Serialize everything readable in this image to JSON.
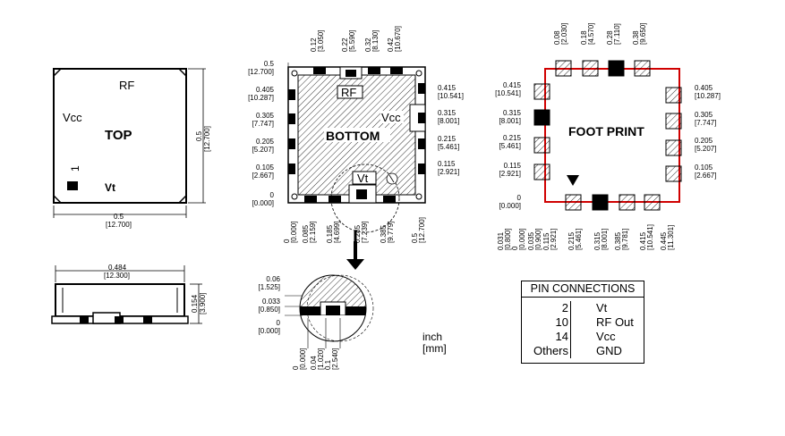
{
  "top_view": {
    "rf": "RF",
    "vcc": "Vcc",
    "title": "TOP",
    "pin1": "1",
    "vt": "Vt",
    "w_in": "0.5",
    "w_mm": "[12.700]",
    "h_in": "0.5",
    "h_mm": "[12.700]"
  },
  "side_view": {
    "w_in": "0.484",
    "w_mm": "[12.300]",
    "h_in": "0.154",
    "h_mm": "[3.900]"
  },
  "bottom_view": {
    "title": "BOTTOM",
    "rf": "RF",
    "vcc": "Vcc",
    "vt": "Vt",
    "top_dims": [
      [
        "0.12",
        "[3.050]"
      ],
      [
        "0.22",
        "[5.590]"
      ],
      [
        "0.32",
        "[8.130]"
      ],
      [
        "0.42",
        "[10.670]"
      ]
    ],
    "left_dims": [
      [
        "0.5",
        "[12.700]"
      ],
      [
        "0.405",
        "[10.287]"
      ],
      [
        "0.305",
        "[7.747]"
      ],
      [
        "0.205",
        "[5.207]"
      ],
      [
        "0.105",
        "[2.667]"
      ],
      [
        "0",
        "[0.000]"
      ]
    ],
    "right_dims": [
      [
        "0.415",
        "[10.541]"
      ],
      [
        "0.315",
        "[8.001]"
      ],
      [
        "0.215",
        "[5.461]"
      ],
      [
        "0.115",
        "[2.921]"
      ]
    ],
    "bottom_dims": [
      [
        "0",
        "[0.000]"
      ],
      [
        "0.085",
        "[2.159]"
      ],
      [
        "0.185",
        "[4.699]"
      ],
      [
        "0.285",
        "[7.239]"
      ],
      [
        "0.385",
        "[9.779]"
      ],
      [
        "0.5",
        "[12.700]"
      ]
    ]
  },
  "detail_view": {
    "left_dims": [
      [
        "0.06",
        "[1.525]"
      ],
      [
        "0.033",
        "[0.850]"
      ],
      [
        "0",
        "[0.000]"
      ]
    ],
    "bottom_dims": [
      [
        "0",
        "[0.000]"
      ],
      [
        "0.04",
        "[1.020]"
      ],
      [
        "0.1",
        "[2.540]"
      ]
    ]
  },
  "units": {
    "inch": "inch",
    "mm": "[mm]"
  },
  "footprint": {
    "title": "FOOT PRINT",
    "top_dims": [
      [
        "0.08",
        "[2.030]"
      ],
      [
        "0.18",
        "[4.570]"
      ],
      [
        "0.28",
        "[7.110]"
      ],
      [
        "0.38",
        "[9.650]"
      ]
    ],
    "left_dims": [
      [
        "0.415",
        "[10.541]"
      ],
      [
        "0.315",
        "[8.001]"
      ],
      [
        "0.215",
        "[5.461]"
      ],
      [
        "0.115",
        "[2.921]"
      ],
      [
        "0",
        "[0.000]"
      ]
    ],
    "right_dims": [
      [
        "0.405",
        "[10.287]"
      ],
      [
        "0.305",
        "[7.747]"
      ],
      [
        "0.205",
        "[5.207]"
      ],
      [
        "0.105",
        "[2.667]"
      ]
    ],
    "bottom_dims": [
      [
        "0.031",
        "[0.800]"
      ],
      [
        "0",
        "[0.000]"
      ],
      [
        "0.035",
        "[0.900]"
      ],
      [
        "0.115",
        "[2.921]"
      ],
      [
        "0.215",
        "[5.461]"
      ],
      [
        "0.315",
        "[8.001]"
      ],
      [
        "0.385",
        "[9.781]"
      ],
      [
        "0.415",
        "[10.541]"
      ],
      [
        "0.445",
        "[11.301]"
      ]
    ],
    "outline_color": "#d00000"
  },
  "pin_table": {
    "title": "PIN CONNECTIONS",
    "rows": [
      [
        "2",
        "Vt"
      ],
      [
        "10",
        "RF Out"
      ],
      [
        "14",
        "Vcc"
      ],
      [
        "Others",
        "GND"
      ]
    ]
  }
}
